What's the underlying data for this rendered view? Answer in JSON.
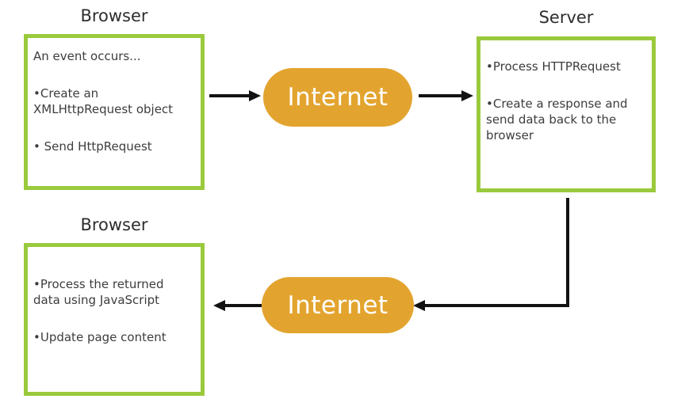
{
  "colors": {
    "box_border": "#9ACA3C",
    "pill_bg": "#E3A42F",
    "pill_text": "#FFFFFF",
    "body_text": "#3D3D3D",
    "title_text": "#2E2E2E",
    "arrow": "#121212",
    "background": "#FFFFFF"
  },
  "nodes": {
    "browser_top": {
      "title": "Browser",
      "paragraphs": [
        "An event occurs...",
        "•Create an\nXMLHttpRequest object",
        "• Send HttpRequest"
      ]
    },
    "internet_top": {
      "label": "Internet"
    },
    "server": {
      "title": "Server",
      "paragraphs": [
        "•Process HTTPRequest",
        "•Create a response and\nsend data back to the\nbrowser"
      ]
    },
    "browser_bottom": {
      "title": "Browser",
      "paragraphs": [
        "•Process the returned\ndata using JavaScript",
        "•Update page content"
      ]
    },
    "internet_bottom": {
      "label": "Internet"
    }
  }
}
